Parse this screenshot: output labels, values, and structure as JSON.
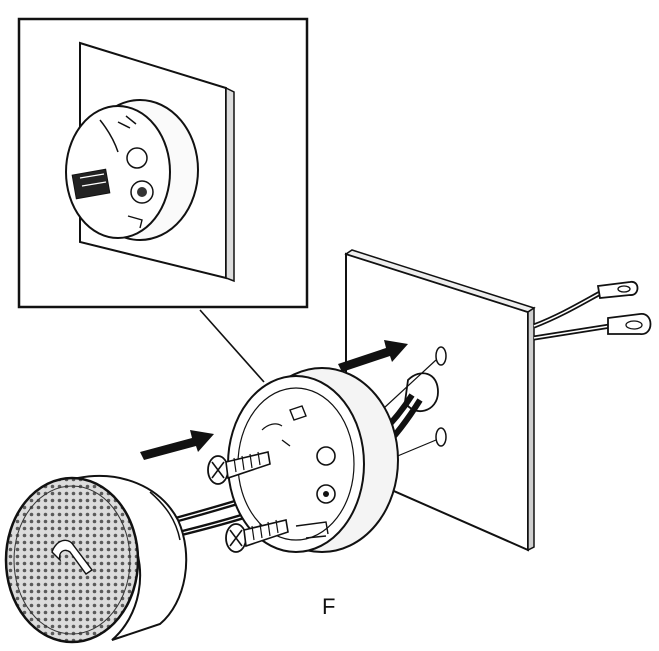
{
  "figure": {
    "label": "F"
  },
  "parts": {
    "inset": "inset-view-mounted-base",
    "wall": "wall-panel",
    "wires": "wire-pair",
    "base": "mounting-base",
    "screws": "mounting-screw",
    "arrows": "direction-arrow",
    "device": "speaker-grille-unit"
  },
  "colors": {
    "line": "#111111",
    "background": "#ffffff",
    "fill": "#f4f4f4"
  }
}
